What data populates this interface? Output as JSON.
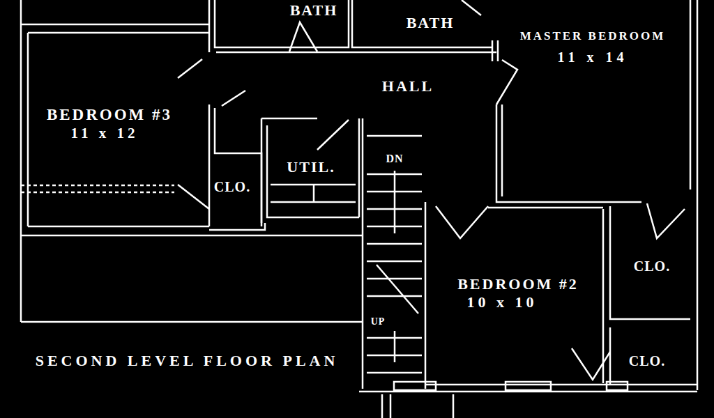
{
  "diagram": {
    "title": "SECOND LEVEL FLOOR PLAN",
    "labels": [
      "BATH",
      "BATH",
      "MASTER BEDROOM",
      "11 x 14",
      "HALL",
      "BEDROOM #3",
      "11 x 12",
      "DN",
      "UTIL.",
      "CLO.",
      "CLO.",
      "BEDROOM #2",
      "10 x 10",
      "UP",
      "CLO."
    ]
  }
}
